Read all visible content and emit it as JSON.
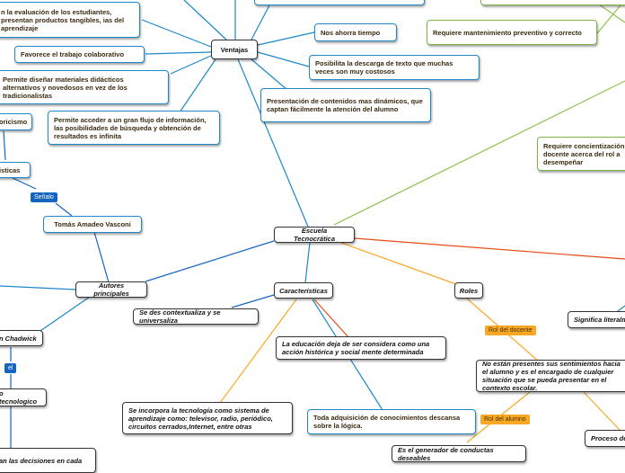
{
  "center": "Escuela Tecnocrática",
  "ventajas": {
    "label": "Ventajas",
    "items": [
      "n la evaluación de los estudiantes, presentan productos tangibles, ias del aprendizaje",
      "Favorece el trabajo colaborativo",
      "Permite diseñar materiales didácticos alternativos y novedosos en vez de los tradicionalistas",
      "Permite acceder a un gran flujo de información, las posibilidades de búsqueda y obtención de resultados es infinita",
      "Nos ahorra tiempo",
      "Posibilita la descarga de texto que muchas veces son muy costosos",
      "Presentación de contenidos mas dinámicos, que captan fácilmente la atención del alumno"
    ]
  },
  "desventajas": {
    "items": [
      "Requiere mantenimiento preventivo y correcto",
      "Requiere concientización docente acerca del rol a desempeñar"
    ]
  },
  "autores": {
    "label": "Autores principales",
    "tomas": "Tomás Amadeo Vasconi",
    "senalo": "Señalo",
    "chadwick": "n Chadwick",
    "el": "el",
    "tecnologico": "o tecnologico",
    "decisiones": "an las decisiones en cada",
    "oricismo": "oricismo",
    "isticas": "isticas"
  },
  "caracteristicas": {
    "label": "Características",
    "items": [
      "Se des contextualiza y se universaliza",
      "La educación deja de ser considera como una acción histórica y social mente determinada",
      "Se incorpora la tecnología como sistema de aprendizaje como: televisor, radio, periódico, circuitos cerrados,Internet, entre otras",
      "Toda adquisición de conocimientos descansa sobre la lógica."
    ]
  },
  "roles": {
    "label": "Roles",
    "rol_docente": "Rol del docente",
    "rol_alumno": "Rol del alumno",
    "docente_desc": "No están presentes sus sentimientos hacia el alumno y es el encargado de cualquier situación que se pueda presentar en el contexto escolar.",
    "alumno_desc": "Es el generador de conductas deseables",
    "significa": "Significa literalm",
    "proceso": "Proceso de"
  }
}
